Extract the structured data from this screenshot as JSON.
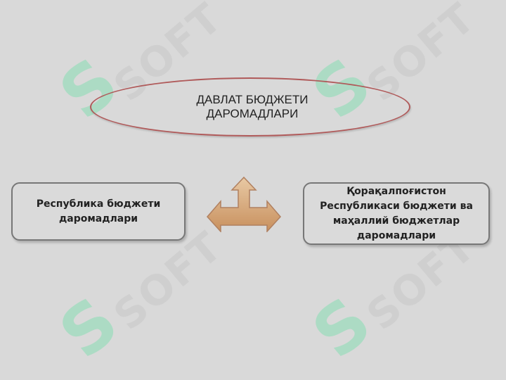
{
  "diagram": {
    "title_lines": [
      "ДАВЛАТ БЮДЖЕТИ",
      "ДАРОМАДЛАРИ"
    ],
    "left_box_lines": [
      "Республика бюджети",
      "даромадлари"
    ],
    "right_box_lines": [
      "Қорақалпоғистон",
      "Республикаси бюджети ва",
      "маҳаллий бюджетлар",
      "даромадлари"
    ]
  },
  "watermark": {
    "mark": "S",
    "text": "SOFT"
  },
  "colors": {
    "background": "#d9d9d9",
    "ellipse_border": "#b05a5a",
    "arrow_fill": "#d2a679",
    "box_border": "#777777",
    "watermark_green": "#a8dcc2"
  },
  "icons": {
    "arrow": "three-way-arrow-icon"
  }
}
